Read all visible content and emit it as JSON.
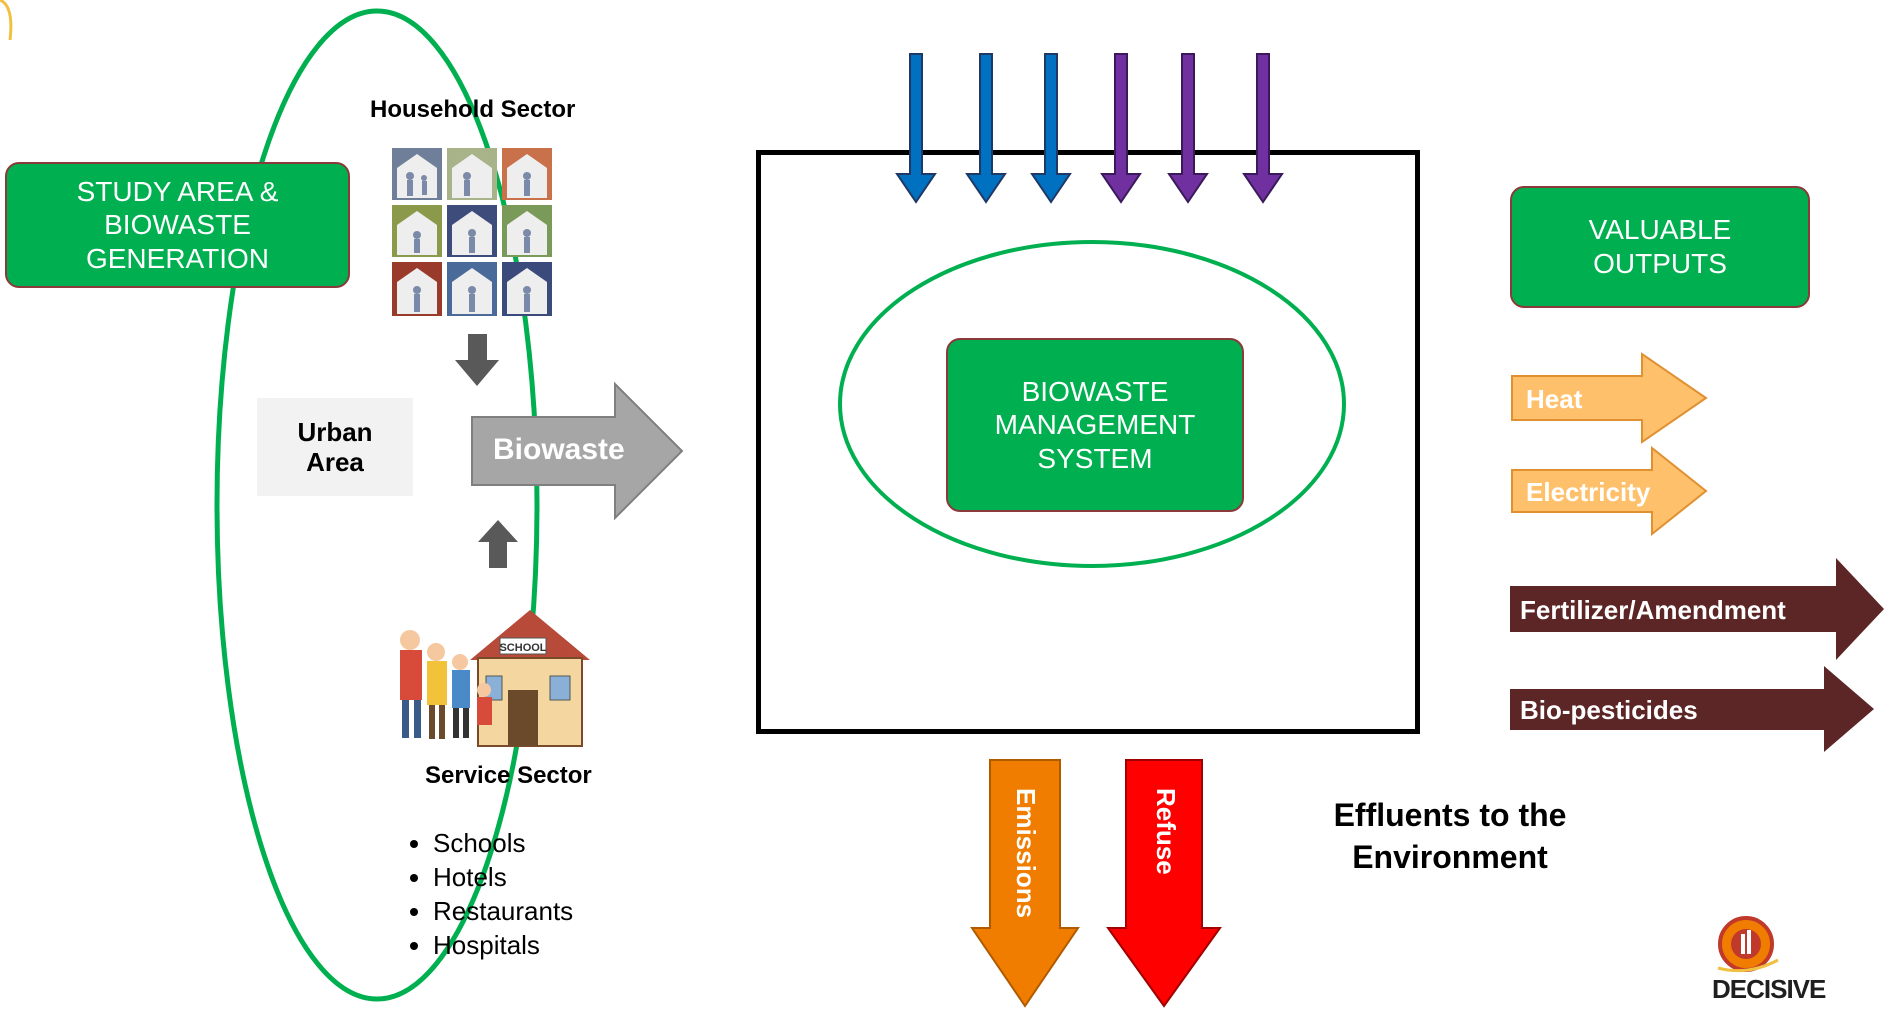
{
  "study_area": {
    "label": "STUDY AREA & BIOWASTE GENERATION"
  },
  "household": {
    "title": "Household Sector"
  },
  "urban": {
    "label": "Urban Area"
  },
  "biowaste_arrow": {
    "label": "Biowaste"
  },
  "service": {
    "title": "Service Sector",
    "items": [
      "Schools",
      "Hotels",
      "Restaurants",
      "Hospitals"
    ],
    "illustration_sign": "SCHOOL"
  },
  "bms": {
    "label": "BIOWASTE MANAGEMENT SYSTEM"
  },
  "valuable_outputs": {
    "label": "VALUABLE OUTPUTS"
  },
  "outputs": [
    {
      "label": "Heat",
      "color": "#ffc06b"
    },
    {
      "label": "Electricity",
      "color": "#ffc06b"
    },
    {
      "label": "Fertilizer/Amendment",
      "color": "#5c2626"
    },
    {
      "label": "Bio-pesticides",
      "color": "#5c2626"
    }
  ],
  "effluents": {
    "title": "Effluents to the Environment",
    "emissions": "Emissions",
    "refuse": "Refuse",
    "emissions_color": "#f07c00",
    "refuse_color": "#ff0000"
  },
  "input_arrows": {
    "colors": [
      "#0070c0",
      "#0070c0",
      "#0070c0",
      "#7030a0",
      "#7030a0",
      "#7030a0"
    ]
  },
  "logo": {
    "text": "DECISIVE"
  },
  "colors": {
    "green": "#00b050",
    "ellipse": "#00b050",
    "grey_arrow": "#a6a6a6",
    "dark_arrow": "#595959"
  }
}
